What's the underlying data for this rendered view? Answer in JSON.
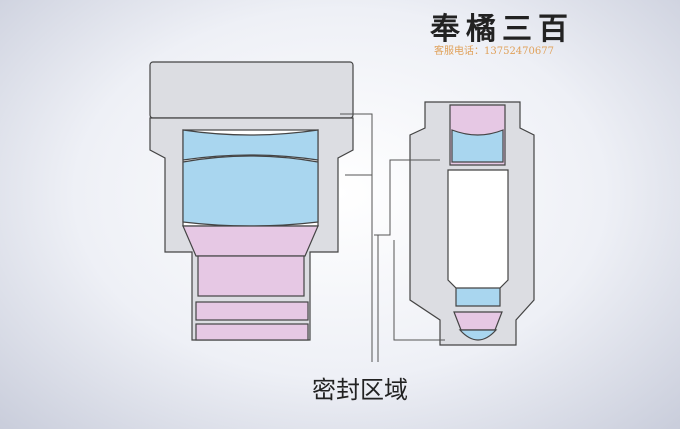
{
  "brand": {
    "logo_text": "奉橘三百",
    "phone_label": "客服电话：13752470677"
  },
  "caption": "密封区域",
  "colors": {
    "lens": "#a9d6ef",
    "housing": "#e6c8e4",
    "body": "#dcdde2",
    "stroke": "#444444"
  }
}
